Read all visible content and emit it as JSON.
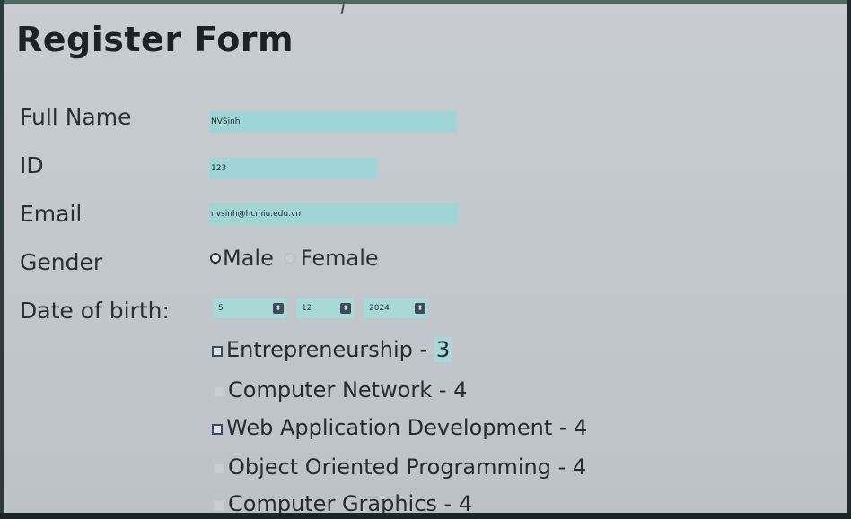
{
  "form": {
    "title": "Register Form",
    "fields": {
      "full_name": {
        "label": "Full Name",
        "value": "NVSinh"
      },
      "id": {
        "label": "ID",
        "value": "123"
      },
      "email": {
        "label": "Email",
        "value": "nvsinh@hcmiu.edu.vn"
      },
      "gender": {
        "label": "Gender",
        "options": [
          "Male",
          "Female"
        ],
        "selected": "Male"
      },
      "dob": {
        "label": "Date of birth:",
        "day": "5",
        "month": "12",
        "year": "2024"
      }
    },
    "courses": [
      {
        "name": "Entrepreneurship",
        "sep": " - ",
        "credits": "3",
        "checked": true
      },
      {
        "name": "Computer Network",
        "sep": " - ",
        "credits": "4",
        "checked": false
      },
      {
        "name": "Web Application Development",
        "sep": " - ",
        "credits": "4",
        "checked": true
      },
      {
        "name": "Object Oriented Programming",
        "sep": " - ",
        "credits": "4",
        "checked": false
      },
      {
        "name": "Computer Graphics",
        "sep": " - ",
        "credits": "4",
        "checked": false
      }
    ]
  },
  "colors": {
    "input_bg": "#9fd5d4",
    "page_bg": "#c6cbd0",
    "text": "#2b3032"
  },
  "icons": {
    "select_arrow": "dropdown-arrow-icon",
    "checkbox": "checkbox-icon",
    "radio": "radio-icon"
  }
}
